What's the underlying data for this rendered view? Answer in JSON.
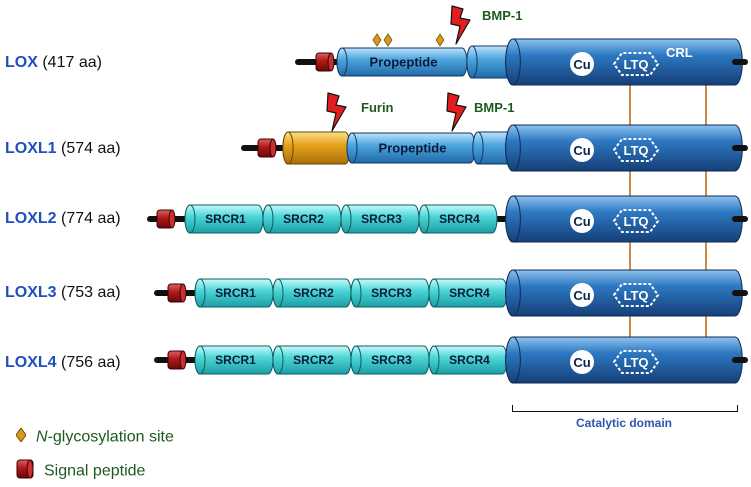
{
  "proteins": [
    {
      "name": "LOX",
      "length": "(417 aa)"
    },
    {
      "name": "LOXL1",
      "length": "(574 aa)"
    },
    {
      "name": "LOXL2",
      "length": "(774 aa)"
    },
    {
      "name": "LOXL3",
      "length": "(753 aa)"
    },
    {
      "name": "LOXL4",
      "length": "(756 aa)"
    }
  ],
  "domains": {
    "propeptide": "Propeptide",
    "srcr": [
      "SRCR1",
      "SRCR2",
      "SRCR3",
      "SRCR4"
    ],
    "cu": "Cu",
    "ltq": "LTQ",
    "crl": "CRL"
  },
  "cleavage": {
    "bmp1": "BMP-1",
    "furin": "Furin"
  },
  "catalytic_domain": "Catalytic domain",
  "legend": {
    "glycosylation_prefix": "N",
    "glycosylation_rest": "-glycosylation site",
    "signal_peptide": "Signal peptide"
  },
  "colors": {
    "catalytic": "#1f5fa6",
    "propeptide": "#3f9ad6",
    "srcr": "#34c3c8",
    "furin_domain": "#e0a21a",
    "signal": "#b01818",
    "connector": "#c46a1a",
    "label_green": "#1e5a1e",
    "name_blue": "#1f4fbf"
  }
}
